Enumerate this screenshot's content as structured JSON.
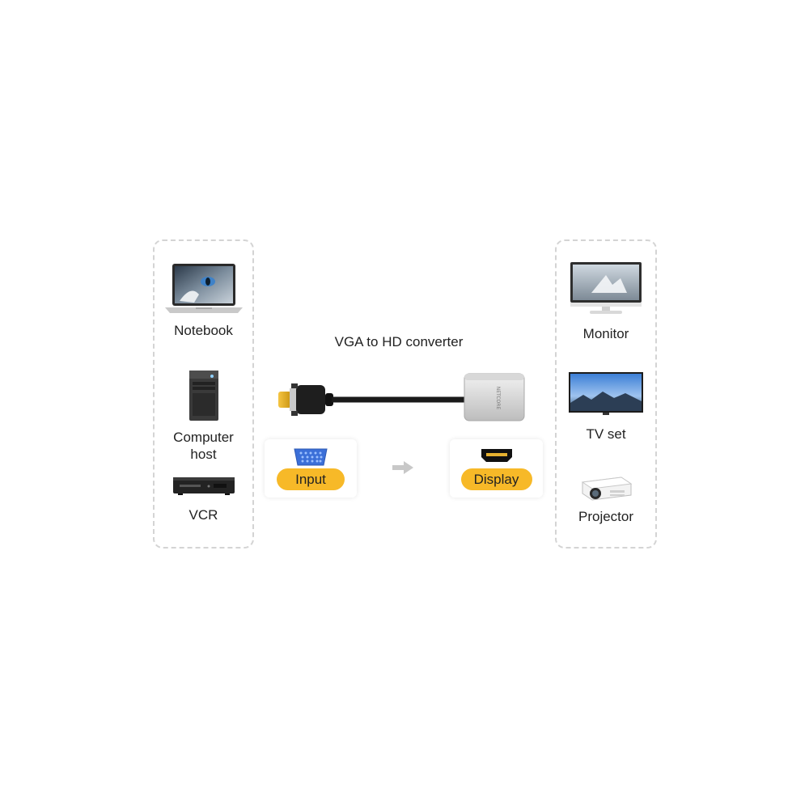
{
  "title": "VGA to HD converter",
  "brand_text": "NETCORE",
  "sources": [
    {
      "label": "Notebook",
      "icon": "laptop-icon"
    },
    {
      "label": "Computer\nhost",
      "icon": "pc-tower-icon"
    },
    {
      "label": "VCR",
      "icon": "vcr-icon"
    }
  ],
  "displays": [
    {
      "label": "Monitor",
      "icon": "monitor-icon"
    },
    {
      "label": "TV set",
      "icon": "tv-icon"
    },
    {
      "label": "Projector",
      "icon": "projector-icon"
    }
  ],
  "input": {
    "label": "Input",
    "icon": "vga-port-icon"
  },
  "output": {
    "label": "Display",
    "icon": "hdmi-port-icon"
  },
  "colors": {
    "accent": "#f7b928",
    "vga_blue": "#3b6fd8",
    "panel_border": "#d4d4d4",
    "arrow": "#c8c8c8"
  }
}
